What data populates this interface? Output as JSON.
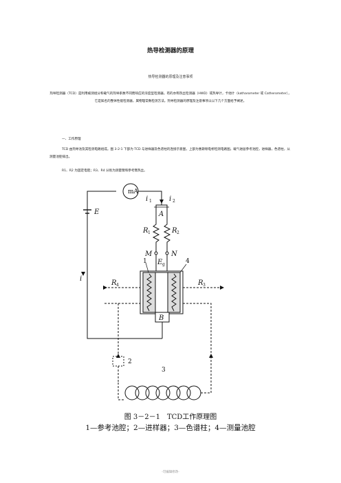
{
  "doc": {
    "title": "热导检测器的原理",
    "subtitle": "热导检测器的原理及注意事项",
    "intro": "热导检测器（TCD）是利用被测组分和载气的热导系数不同而响应的浓度型检测器，有的亦称热丝检测器（HWD）或热导计，卡他计（katharometer 或 Catherometer），它是知名的整体性能检测器，属物理常数检测方法。热导检测器的原理及注意事项以以下几个方面给予阐述。",
    "section_heading": "一、工作原理",
    "para1": "TCD 由热导池及其检测电路组成。图 3-2-1 下部为 TCD 与进样器及色谱柱的连接示意图，上部为惠斯顿电桥检测电路图。载气进层参考池腔，进样器，色谱柱，从测量池腔排出。",
    "para2": "R1、R2 为固定电阻；R3、R4 分别为测量臂和参考臂热丝。",
    "figure_caption": "图 3－2－1　TCD工作原理图",
    "figure_legend": "1—参考池腔；2—进样器；3—色谱柱；4—测量池腔",
    "footer": "-可编辑修改-"
  },
  "diagram": {
    "meter": "mA",
    "battery": "E",
    "current_left": "i",
    "current_1": "i",
    "current_1_sub": "1",
    "current_2": "i",
    "current_2_sub": "2",
    "node_a": "A",
    "node_b": "B",
    "r1": "R",
    "r1_sub": "1",
    "r2": "R",
    "r2_sub": "2",
    "r3": "R",
    "r3_sub": "3",
    "r4": "R",
    "r4_sub": "4",
    "node_m": "M",
    "node_n": "N",
    "eg": "E",
    "eg_sub": "g",
    "label_1": "1",
    "label_2": "2",
    "label_3": "3",
    "label_4": "4"
  }
}
